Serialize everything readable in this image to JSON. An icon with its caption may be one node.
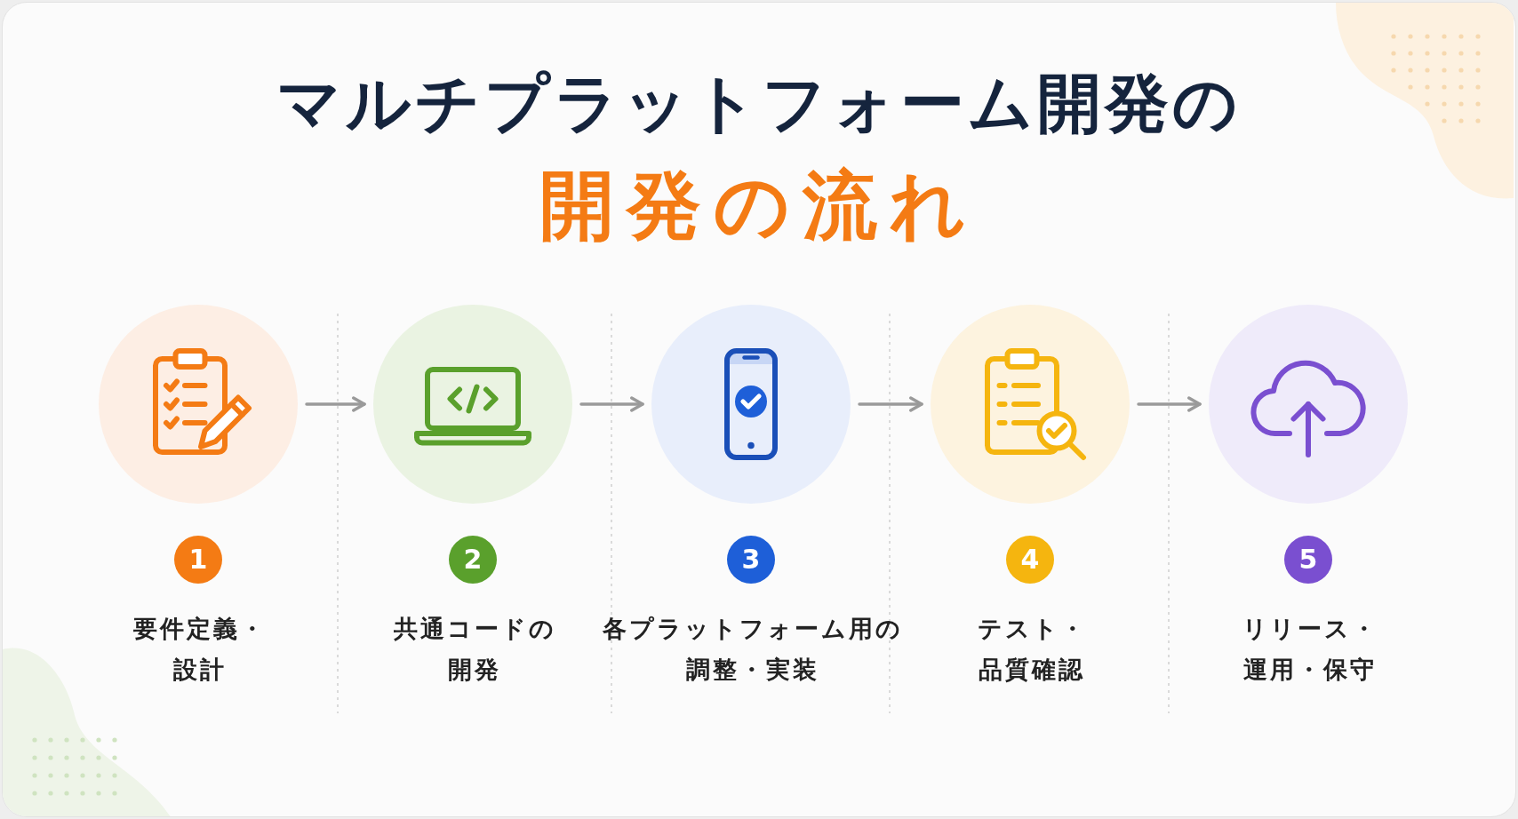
{
  "diagram": {
    "title": "マルチプラットフォーム開発の",
    "labels": [
      "開発の流れ"
    ],
    "nodes": [
      {
        "text": [],
        "shape": "circle"
      },
      {
        "text": [],
        "shape": "circle"
      },
      {
        "text": [],
        "shape": "circle"
      },
      {
        "text": [],
        "shape": "circle"
      },
      {
        "text": [],
        "shape": "circle"
      },
      {
        "text": [
          "1"
        ],
        "beside": [
          "要件定義・設計"
        ]
      },
      {
        "text": [
          "2"
        ],
        "beside": [
          "共通コードの開発"
        ]
      },
      {
        "text": [
          "3"
        ],
        "beside": [
          "各プラットフォーム用の調整・実装"
        ]
      },
      {
        "text": [
          "4"
        ],
        "beside": [
          "テスト・品質確認"
        ]
      },
      {
        "text": [
          "5"
        ],
        "beside": [
          "リリース・運用・保守"
        ]
      }
    ],
    "edges": [
      {
        "from": 0,
        "to": 1,
        "arrow": "to"
      },
      {
        "from": 1,
        "to": 2,
        "arrow": "to"
      },
      {
        "from": 2,
        "to": 3,
        "arrow": "to"
      },
      {
        "from": 3,
        "to": 4,
        "arrow": "to"
      }
    ]
  }
}
